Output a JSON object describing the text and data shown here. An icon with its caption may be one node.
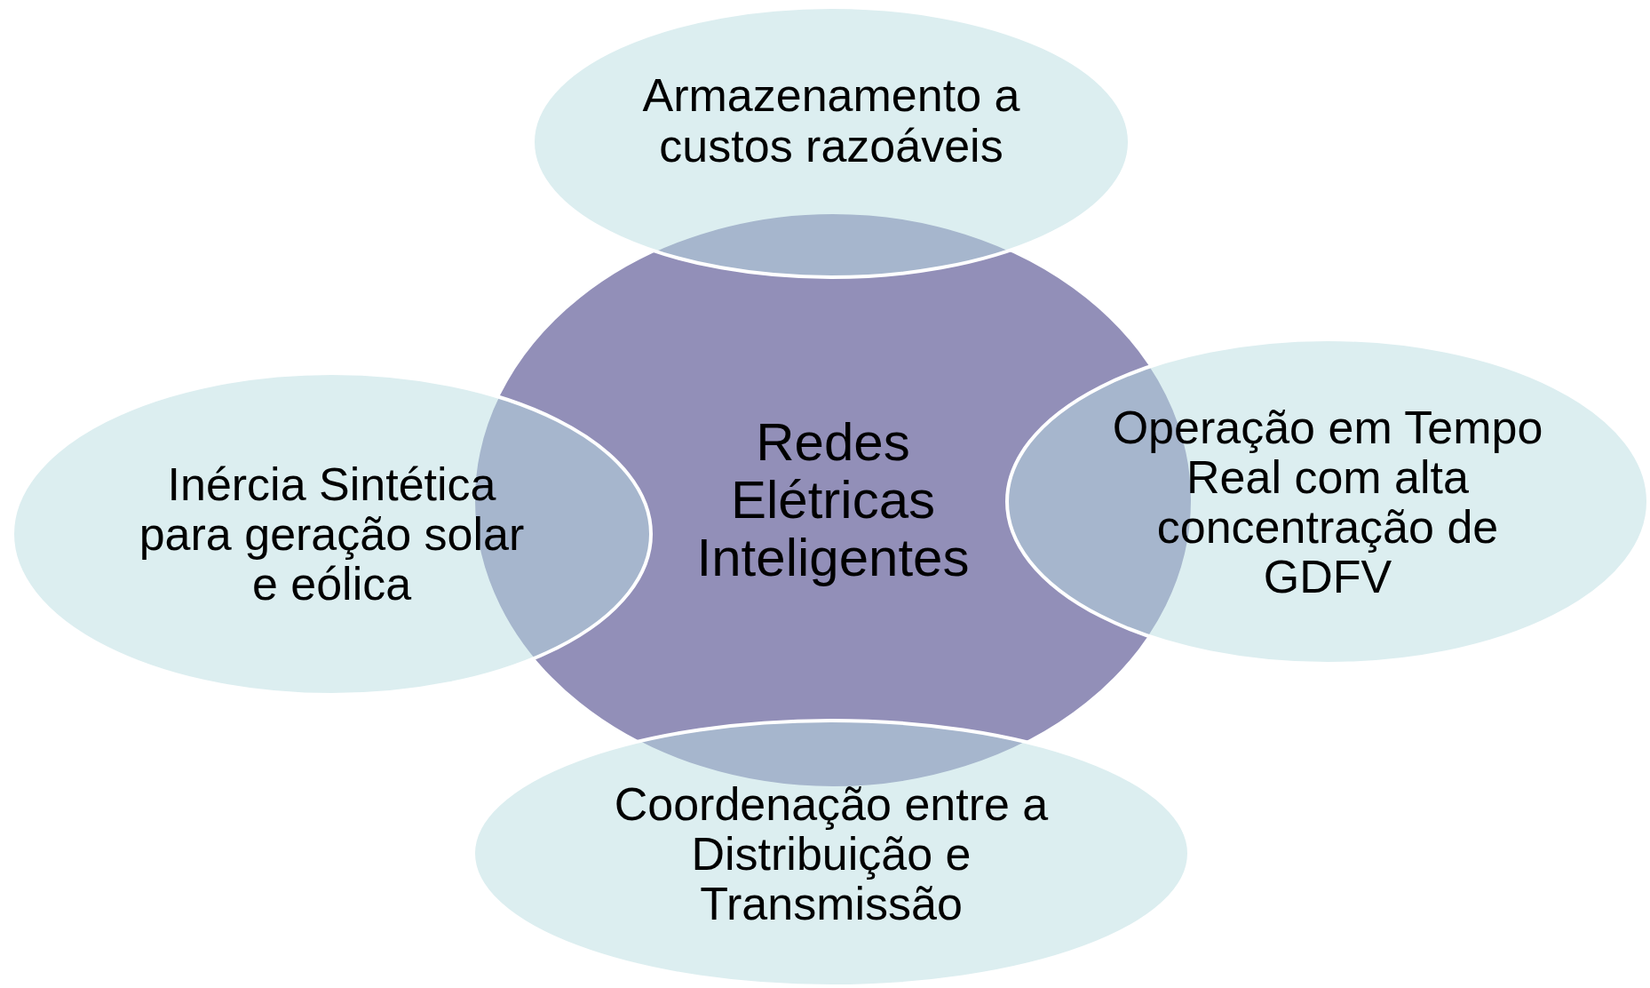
{
  "diagram": {
    "nodes": [
      {
        "text": [
          "Redes Elétricas Inteligentes"
        ]
      },
      {
        "text": [
          "Armazenamento a custos razoáveis"
        ]
      },
      {
        "text": [
          "Inércia Sintética para geração solar e eólica"
        ]
      },
      {
        "text": [
          "Operação em Tempo Real com alta concentração de GDFV"
        ]
      },
      {
        "text": [
          "Coordenação entre a Distribuição e Transmissão"
        ]
      }
    ]
  }
}
